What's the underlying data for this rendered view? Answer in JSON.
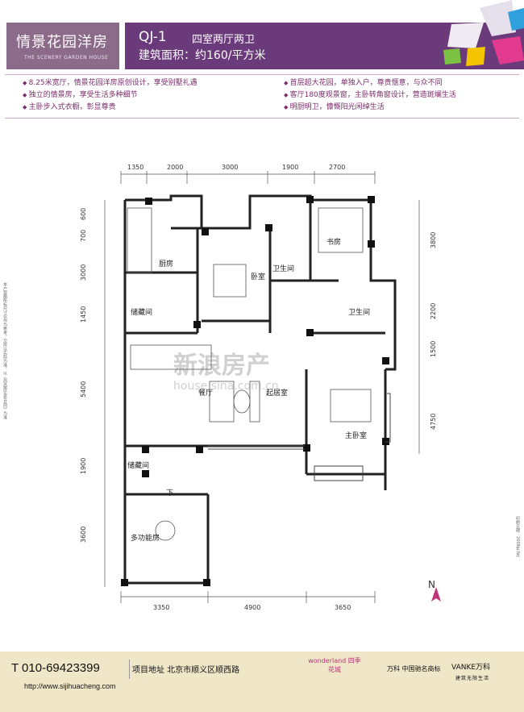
{
  "header": {
    "logo_cn": "情景花园洋房",
    "logo_en": "THE SCENERY GARDEN HOUSE",
    "model": "QJ-1",
    "rooms": "四室两厅两卫",
    "area": "建筑面积：约160/平方米",
    "accent_color": "#6a3a7a"
  },
  "features_left": [
    "8.25米宽厅，情景花园洋房原创设计，享受别墅礼遇",
    "独立的情景房，享受生活多种细节",
    "主卧步入式衣橱，彰显尊贵"
  ],
  "features_right": [
    "首层超大花园，单独入户，尊贵惬意，与众不同",
    "客厅180度观景窗，主卧转角窗设计，营造斑斓生活",
    "明厨明卫，慷慨阳光闲绰生活"
  ],
  "plan": {
    "top_dims": [
      "1350",
      "2000",
      "3000",
      "1900",
      "2700"
    ],
    "bottom_dims": [
      "3350",
      "4900",
      "3650"
    ],
    "left_dims": [
      "600",
      "700",
      "3000",
      "1450",
      "5400",
      "1900",
      "3600"
    ],
    "right_dims": [
      "3800",
      "2200",
      "1500",
      "4750"
    ],
    "rooms": {
      "kitchen": "厨房",
      "storage1": "储藏间",
      "bedroom": "卧室",
      "bath1": "卫生间",
      "study": "书房",
      "bath2": "卫生间",
      "dining": "餐厅",
      "living": "起居室",
      "master": "主卧室",
      "storage2": "储藏间",
      "down": "下",
      "multi": "多功能房"
    },
    "watermark": "新浪房产",
    "watermark_url": "house.sina.com.cn",
    "north": "N"
  },
  "side_note": "本户型图所标尺寸仅作为参考，交房以实际为准，以《商品房买卖合同》为准",
  "side_note2": "印刷日期：2008年3月",
  "footer": {
    "phone": "T 010-69423399",
    "site": "http://www.sijihuacheng.com",
    "addr": "项目地址  北京市顺义区顺西路",
    "brand_wonderland": "wonderland 四季花城",
    "brand_vanke_mark": "万科 中国驰名商标",
    "brand_vanke": "VANKE万科",
    "brand_vanke_slogan": "建筑无限生活"
  }
}
